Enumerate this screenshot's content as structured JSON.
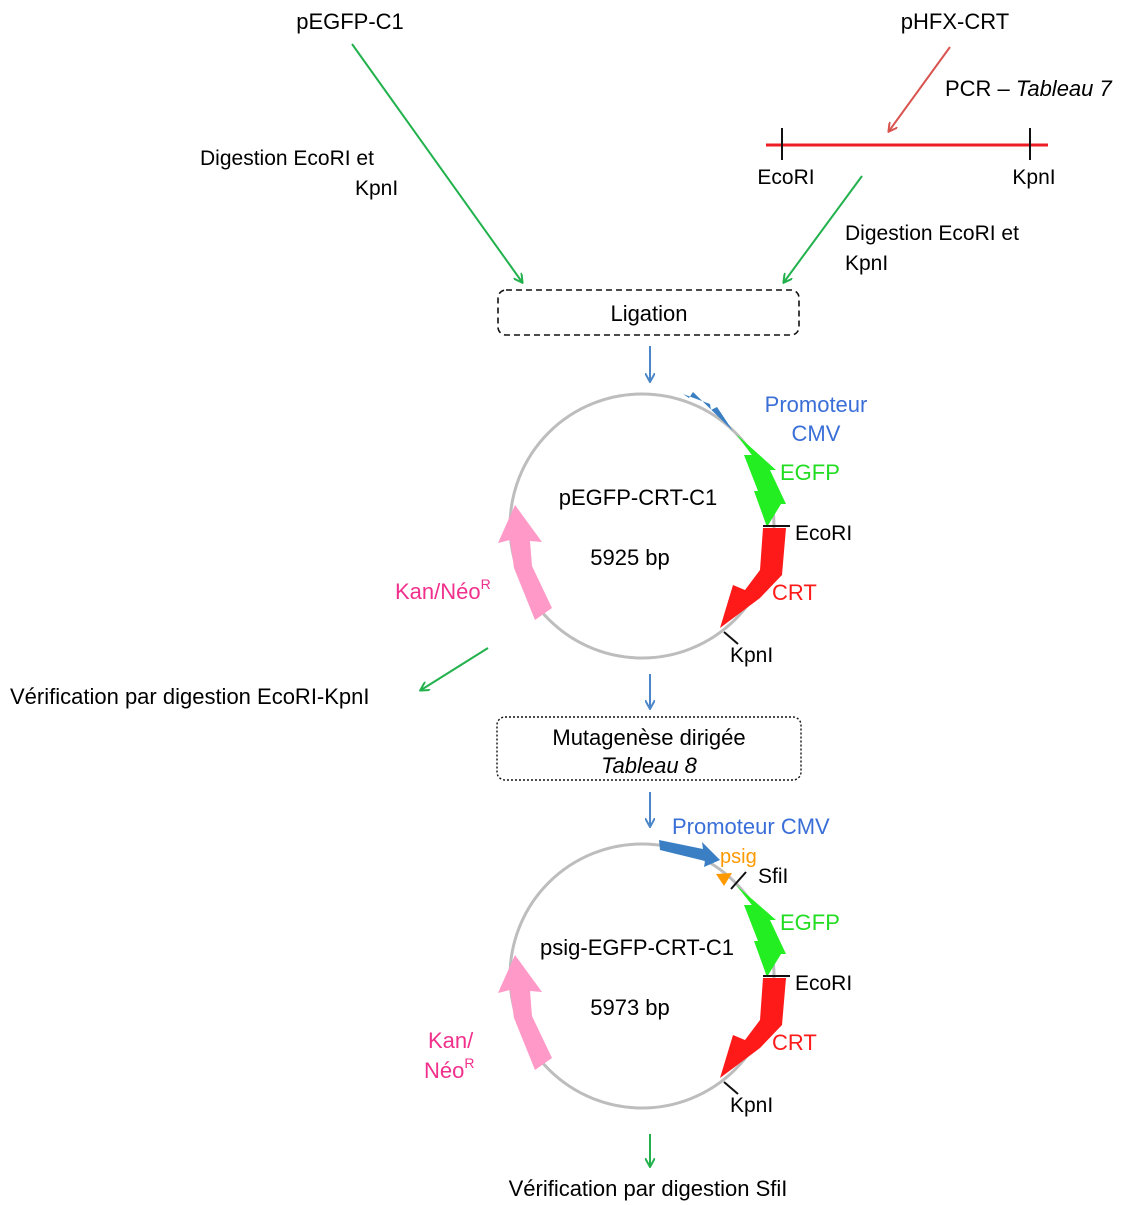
{
  "colors": {
    "green_arrow": "#22b14c",
    "red_arrow": "#d9534f",
    "blue_arrow": "#4a86c8",
    "promoter": "#3a7fc4",
    "promoter_text": "#3a6fd8",
    "egfp": "#22ee22",
    "egfp_text": "#22dd22",
    "crt": "#ff1a1a",
    "kan": "#ff9ac8",
    "kan_text": "#f0308c",
    "psig": "#ff9900",
    "plasmid_line": "#bdbdbd",
    "pcr_line": "#ee1c24"
  },
  "sources": {
    "left": "pEGFP-C1",
    "right": "pHFX-CRT"
  },
  "pcr": {
    "label": "PCR – ",
    "table_ref": "Tableau 7",
    "site_left": "EcoRI",
    "site_right": "KpnI"
  },
  "digestions": {
    "left_line1": "Digestion EcoRI et",
    "left_line2": "KpnI",
    "right_line1": "Digestion EcoRI et",
    "right_line2": "KpnI"
  },
  "ligation": {
    "label": "Ligation"
  },
  "plasmid1": {
    "name": "pEGFP-CRT-C1",
    "size": "5925 bp",
    "promoter_line1": "Promoteur",
    "promoter_line2": "CMV",
    "egfp": "EGFP",
    "ecori": "EcoRI",
    "crt": "CRT",
    "kpni": "KpnI",
    "kan": "Kan/Néo",
    "kan_sup": "R"
  },
  "verification1": "Vérification par digestion EcoRI-KpnI",
  "mutagenesis": {
    "line1": "Mutagenèse dirigée",
    "line2": "Tableau 8"
  },
  "plasmid2": {
    "name": "psig-EGFP-CRT-C1",
    "size": "5973 bp",
    "promoter": "Promoteur CMV",
    "psig": "psig",
    "sfii": "SfiI",
    "egfp": "EGFP",
    "ecori": "EcoRI",
    "crt": "CRT",
    "kpni": "KpnI",
    "kan_line1": "Kan/",
    "kan_line2": "Néo",
    "kan_sup": "R"
  },
  "verification2": "Vérification par digestion SfiI"
}
